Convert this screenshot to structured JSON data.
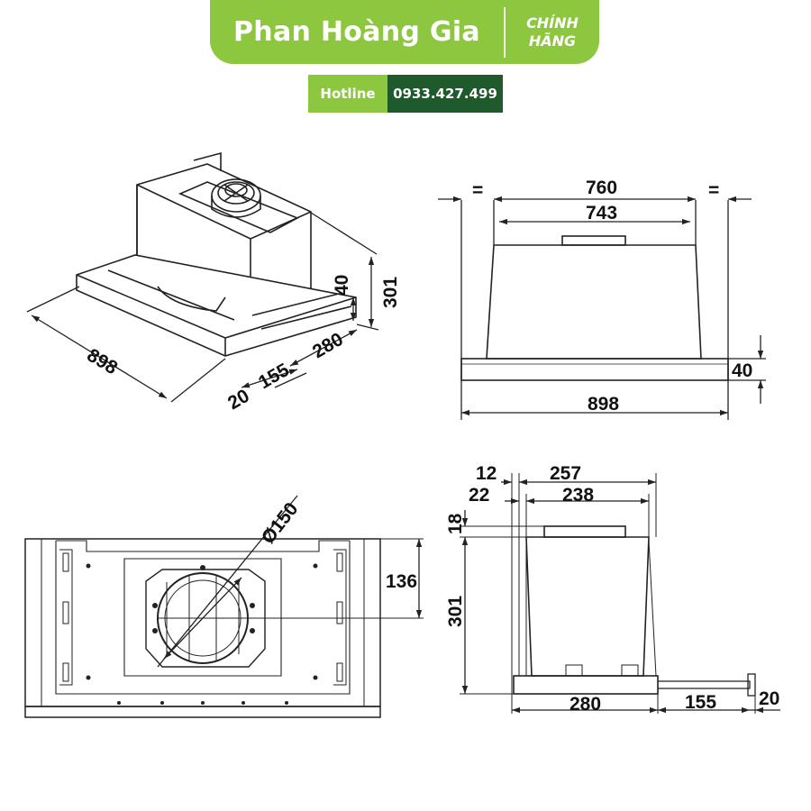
{
  "header": {
    "brand": "Phan Hoàng Gia",
    "badge_line1": "CHÍNH",
    "badge_line2": "HÃNG",
    "hotline_label": "Hotline",
    "hotline_number": "0933.427.499"
  },
  "colors": {
    "brand_green": "#8dc63f",
    "dark_green": "#1f5a2c",
    "line": "#222222"
  },
  "iso_view": {
    "width": "898",
    "depth": "280",
    "height_total": "301",
    "height_front": "40",
    "extension": "155",
    "front_thickness": "20"
  },
  "front_view": {
    "outer_width": "760",
    "inner_width": "743",
    "equal_left": "=",
    "equal_right": "=",
    "panel_height": "40",
    "total_width": "898"
  },
  "plan_view": {
    "duct_diameter": "Ø150",
    "duct_offset": "136"
  },
  "side_view": {
    "offset_top_a": "12",
    "depth_top_a": "257",
    "offset_top_b": "22",
    "depth_top_b": "238",
    "collar_height": "18",
    "body_height": "301",
    "base_depth": "280",
    "extension": "155",
    "front_thickness": "20"
  }
}
